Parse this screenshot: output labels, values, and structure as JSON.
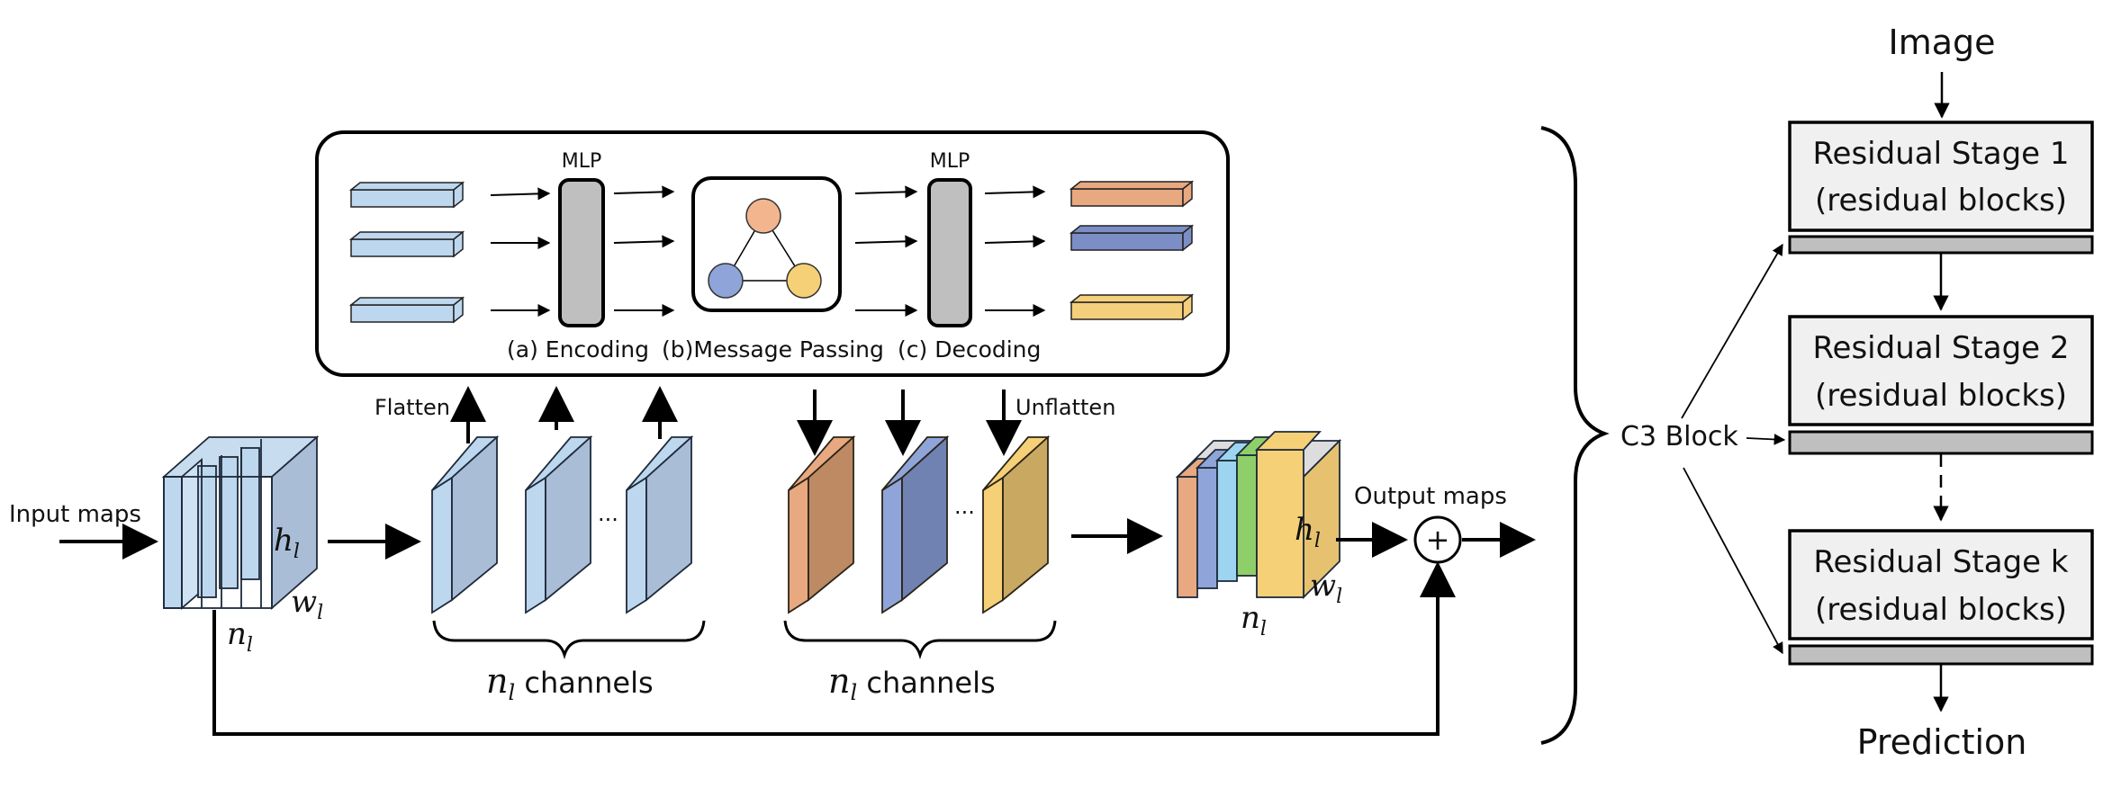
{
  "module": {
    "input_label": "Input maps",
    "output_label": "Output maps",
    "flatten_label": "Flatten",
    "unflatten_label": "Unflatten",
    "mlp_left": "MLP",
    "mlp_right": "MLP",
    "step_a": "(a) Encoding",
    "step_b": "(b)Message Passing",
    "step_c": "(c) Decoding",
    "channels_left": "n",
    "channels_right": "n",
    "channels_suffix": " channels",
    "sub_l": "l",
    "h": "h",
    "w": "w",
    "n": "n",
    "ellipsis": "···",
    "plus": "+"
  },
  "pipeline": {
    "title_top": "Image",
    "title_bottom": "Prediction",
    "c3_label": "C3 Block",
    "stages": [
      {
        "line1": "Residual Stage 1",
        "line2": "(residual blocks)"
      },
      {
        "line1": "Residual Stage 2",
        "line2": "(residual blocks)"
      },
      {
        "line1": "Residual Stage k",
        "line2": "(residual blocks)"
      }
    ]
  },
  "colors": {
    "blue_light": "#bdd7ee",
    "blue_mid": "#a9bdd6",
    "orange": "#e8a880",
    "indigo": "#7b8ec6",
    "yellow": "#f4cf7c",
    "green": "#8fcf6a",
    "sky": "#9dd4f0",
    "mlp_gray": "#bfbfbf",
    "stage_fill": "#f0f0f0",
    "bar_gray": "#bfbfbf"
  }
}
